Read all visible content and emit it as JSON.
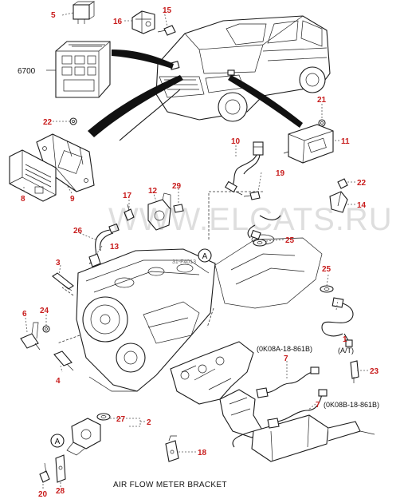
{
  "callouts": {
    "c1": "1",
    "c2": "2",
    "c3": "3",
    "c4": "4",
    "c5": "5",
    "c6": "6",
    "c7a": "7",
    "c7b": "7",
    "c8": "8",
    "c9": "9",
    "c10": "10",
    "c11": "11",
    "c12": "12",
    "c13": "13",
    "c14": "14",
    "c15": "15",
    "c16": "16",
    "c17": "17",
    "c18": "18",
    "c19": "19",
    "c20": "20",
    "c21": "21",
    "c22a": "22",
    "c22b": "22",
    "c23": "23",
    "c24": "24",
    "c25a": "25",
    "c25b": "25",
    "c26": "26",
    "c27": "27",
    "c28": "28",
    "c29": "29"
  },
  "labels": {
    "ref_6700": "6700",
    "at_note": "(A/T)",
    "code_7a": "(0K08A-18-861B)",
    "code_7b": "(0K08B-18-861B)",
    "small_code": "31-F4013",
    "ref_a_engine": "A",
    "ref_a_bracket": "A",
    "caption": "AIR FLOW METER BRACKET",
    "watermark": "WWW.ELCATS.RU"
  },
  "colors": {
    "callout": "#c81c1c",
    "line": "#1b1b1b",
    "background": "#ffffff"
  }
}
